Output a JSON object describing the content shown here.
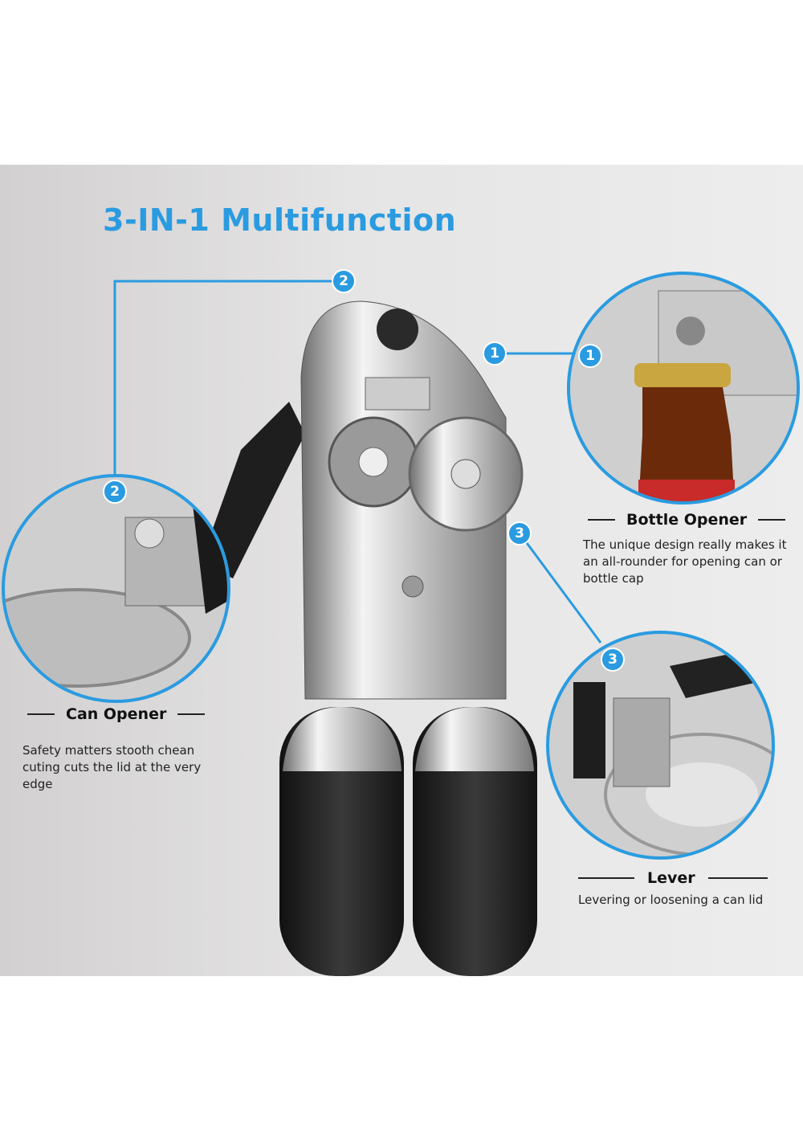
{
  "title": "3-IN-1 Multifunction",
  "features": [
    {
      "number": "1",
      "heading": "Bottle Opener",
      "description": "The unique design really makes it an all-rounder for opening can or bottle cap"
    },
    {
      "number": "2",
      "heading": "Can Opener",
      "description": "Safety matters stooth chean cuting cuts the lid at the very edge"
    },
    {
      "number": "3",
      "heading": "Lever",
      "description": "Levering or loosening a can lid"
    }
  ],
  "colors": {
    "accent": "#2a9be0"
  }
}
